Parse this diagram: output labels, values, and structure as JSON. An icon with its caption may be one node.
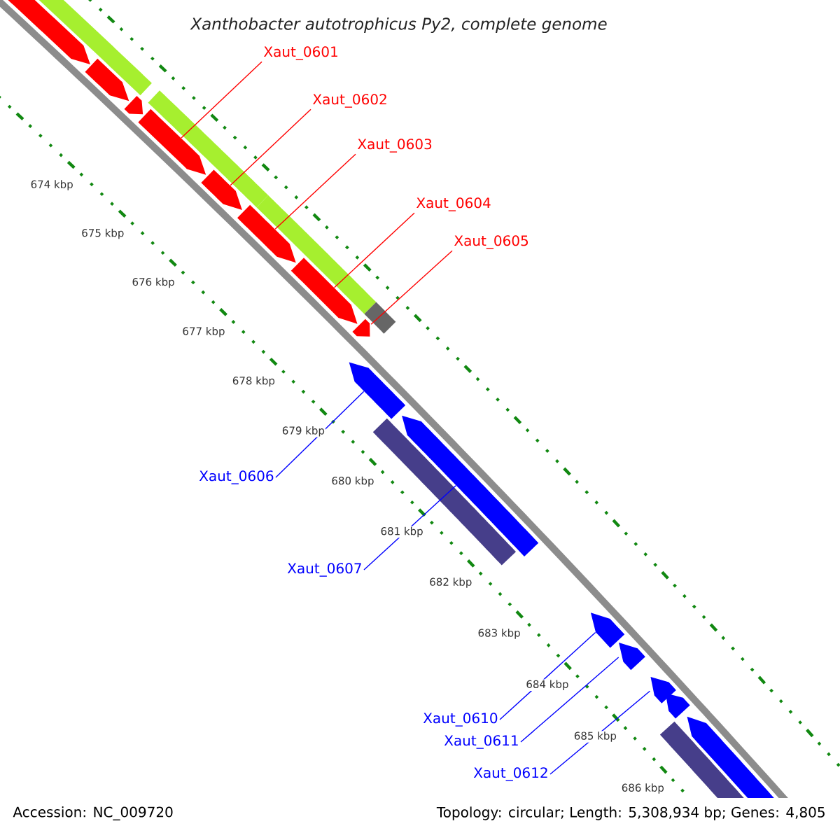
{
  "diagram": {
    "title": "Xanthobacter autotrophicus Py2, complete genome",
    "nodes": [
      {
        "text": [
          "Xaut_0601"
        ]
      },
      {
        "text": [
          "Xaut_0602"
        ]
      },
      {
        "text": [
          "Xaut_0603"
        ]
      },
      {
        "text": [
          "Xaut_0604"
        ]
      },
      {
        "text": [
          "Xaut_0605"
        ]
      },
      {
        "text": [
          "Xaut_0606"
        ]
      },
      {
        "text": [
          "Xaut_0607"
        ]
      },
      {
        "text": [
          "Xaut_0610"
        ]
      },
      {
        "text": [
          "Xaut_0611"
        ]
      },
      {
        "text": [
          "Xaut_0612"
        ]
      },
      {
        "text": [],
        "shape": "pentagon"
      },
      {
        "text": [],
        "shape": "pentagon"
      },
      {
        "text": [],
        "shape": "pentagon"
      },
      {
        "text": [],
        "shape": "pentagon"
      },
      {
        "text": [],
        "shape": "pentagon"
      },
      {
        "text": [],
        "shape": "pentagon"
      },
      {
        "text": [],
        "shape": "pentagon"
      },
      {
        "text": [],
        "shape": "pentagon"
      },
      {
        "text": [],
        "shape": "bar"
      },
      {
        "text": [],
        "shape": "bar"
      },
      {
        "text": [],
        "shape": "bar"
      },
      {
        "text": [],
        "shape": "bar"
      },
      {
        "text": [],
        "shape": "pentagon"
      },
      {
        "text": [],
        "shape": "pentagon"
      },
      {
        "text": [],
        "shape": "pentagon"
      },
      {
        "text": [],
        "shape": "pentagon"
      },
      {
        "text": [],
        "shape": "pentagon"
      },
      {
        "text": [],
        "shape": "pentagon"
      },
      {
        "text": [],
        "shape": "pentagon"
      },
      {
        "text": [],
        "shape": "bar"
      },
      {
        "text": [],
        "shape": "bar"
      }
    ],
    "edges": [
      {
        "from": 0,
        "to": 13,
        "arrow": "none",
        "color": "#ff0000"
      },
      {
        "from": 1,
        "to": 14,
        "arrow": "none",
        "color": "#ff0000"
      },
      {
        "from": 2,
        "to": 15,
        "arrow": "none",
        "color": "#ff0000"
      },
      {
        "from": 3,
        "to": 16,
        "arrow": "none",
        "color": "#ff0000"
      },
      {
        "from": 4,
        "to": 17,
        "arrow": "none",
        "color": "#ff0000"
      },
      {
        "from": 5,
        "to": 22,
        "arrow": "none",
        "color": "#0000ff"
      },
      {
        "from": 6,
        "to": 23,
        "arrow": "none",
        "color": "#0000ff"
      },
      {
        "from": 7,
        "to": 24,
        "arrow": "none",
        "color": "#0000ff"
      },
      {
        "from": 8,
        "to": 25,
        "arrow": "none",
        "color": "#0000ff"
      },
      {
        "from": 9,
        "to": 26,
        "arrow": "none",
        "color": "#0000ff"
      }
    ],
    "labels": [
      "674 kbp",
      "675 kbp",
      "676 kbp",
      "677 kbp",
      "678 kbp",
      "679 kbp",
      "680 kbp",
      "681 kbp",
      "682 kbp",
      "683 kbp",
      "684 kbp",
      "685 kbp",
      "686 kbp",
      "Accession: NC_009720",
      "Topology: circular; Length: 5,308,934 bp; Genes: 4,805"
    ]
  }
}
